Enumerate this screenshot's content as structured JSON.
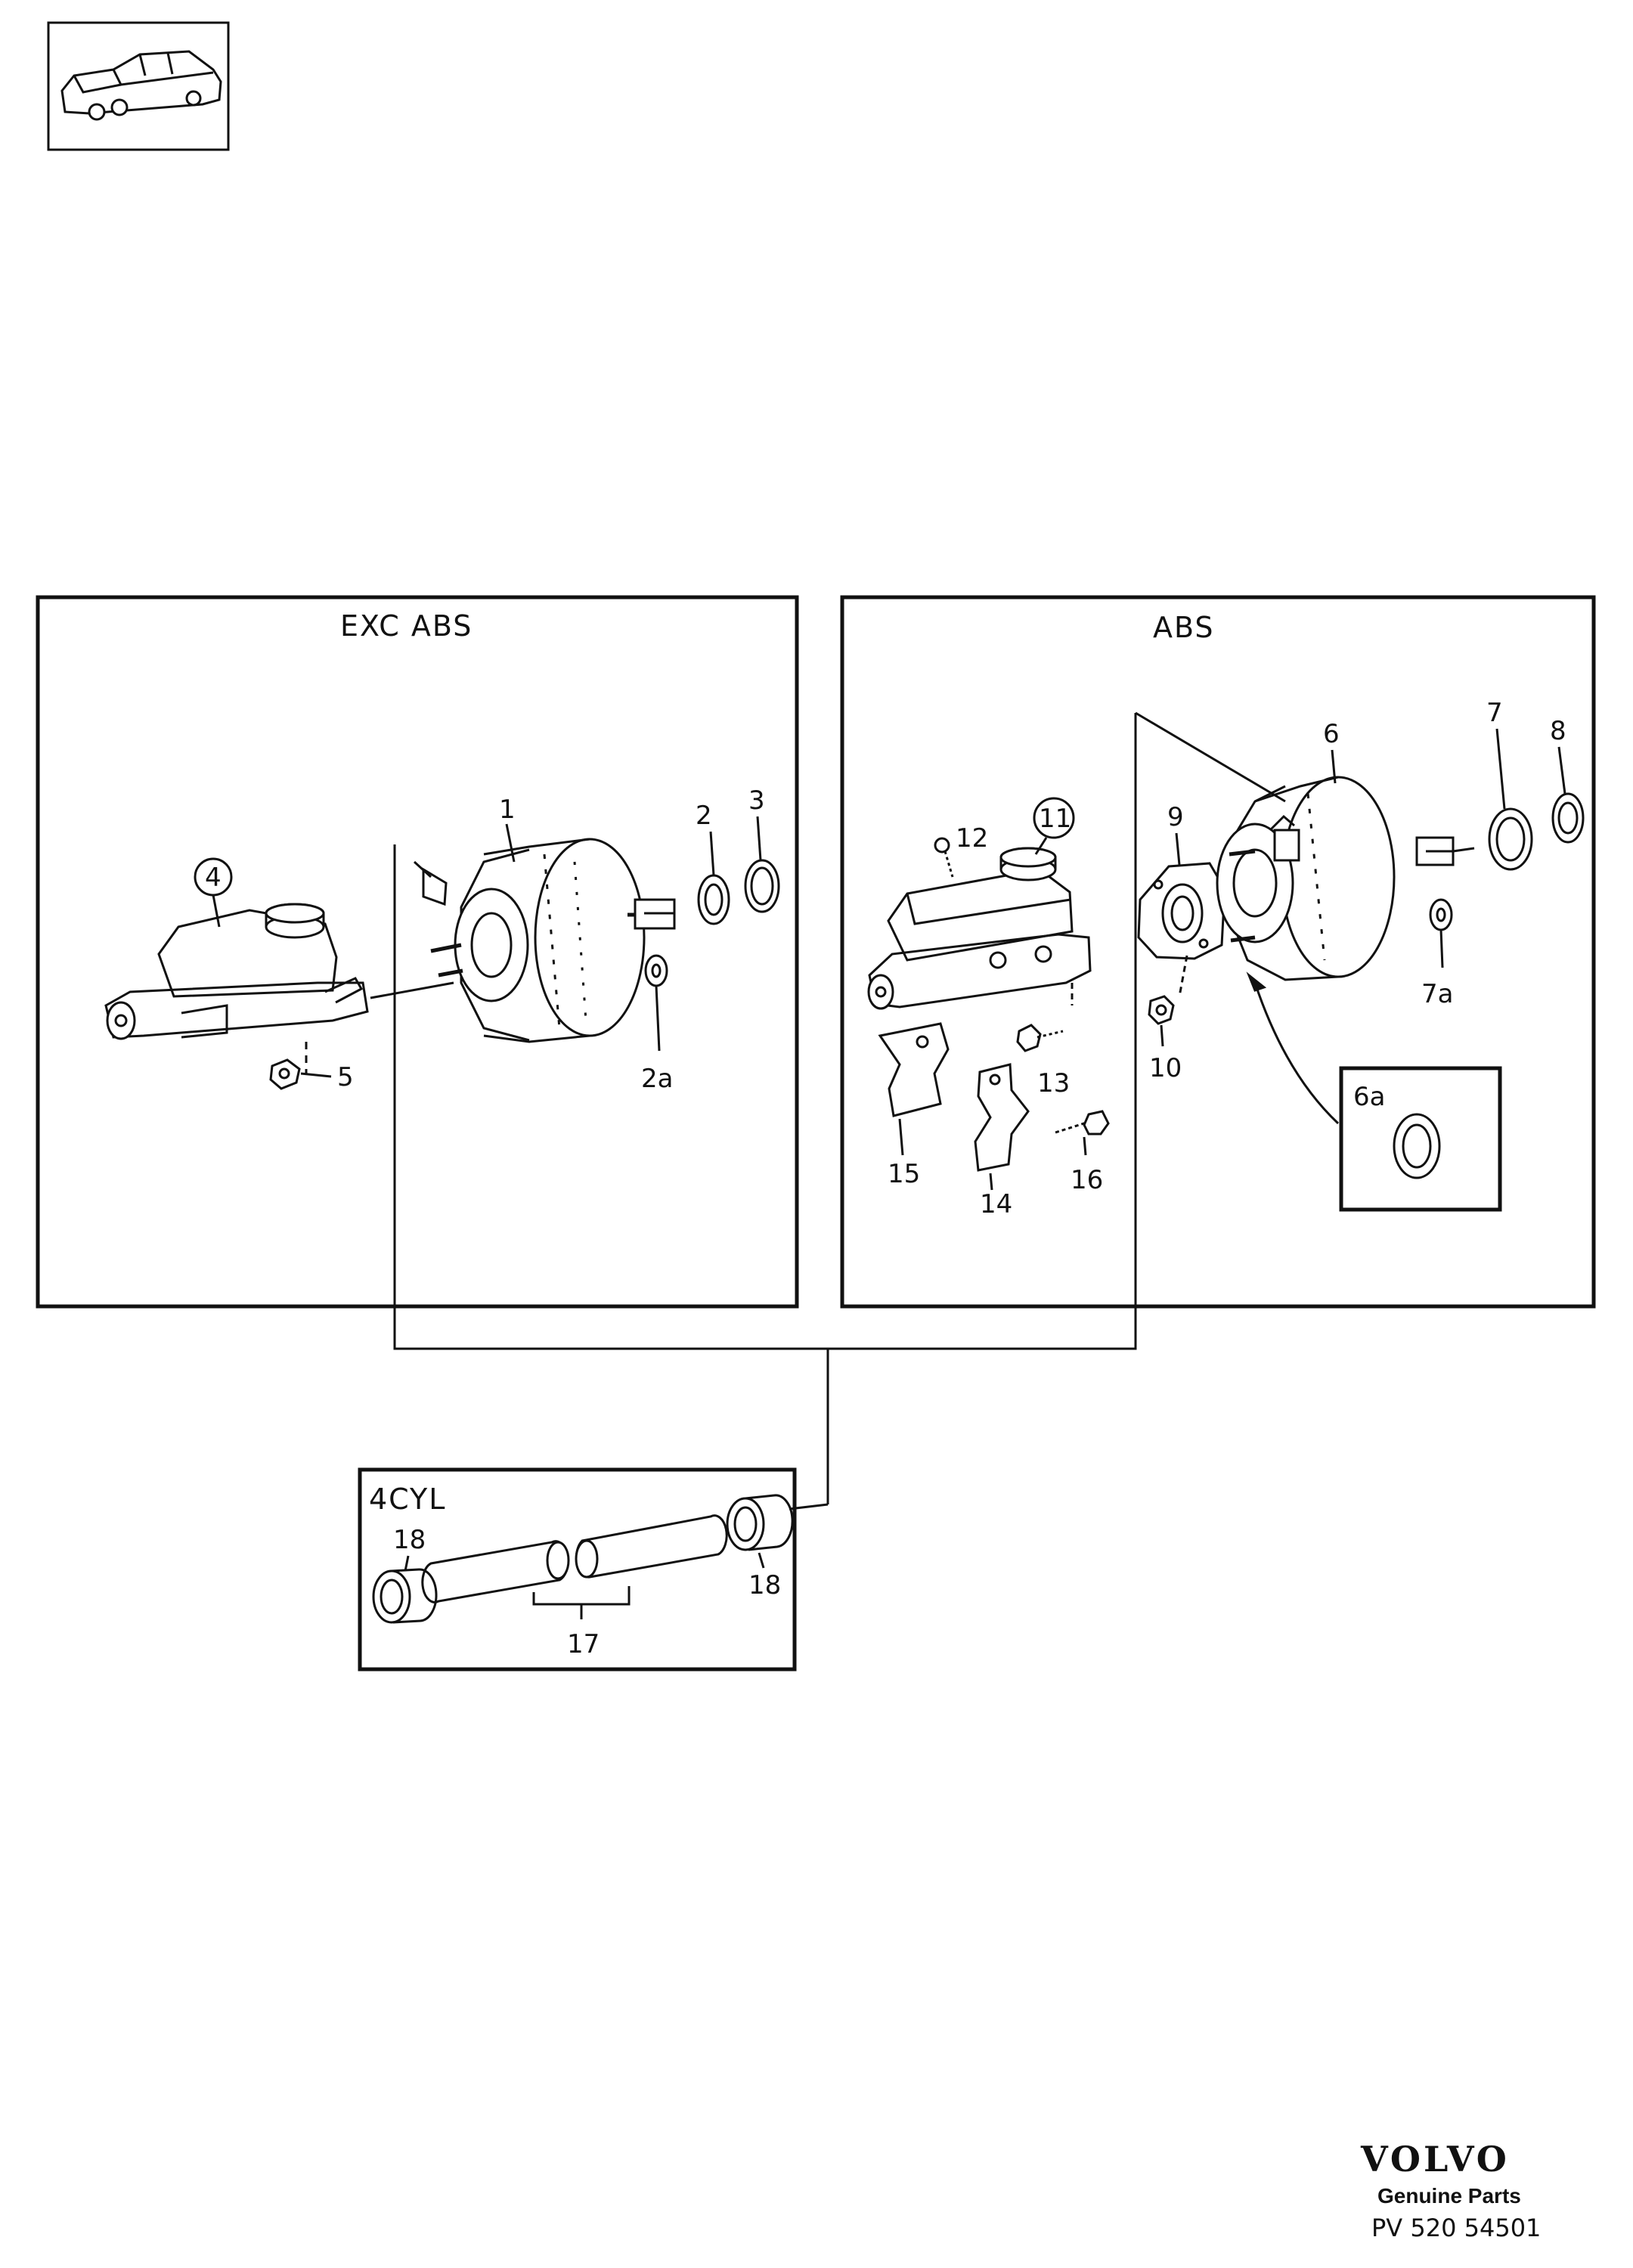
{
  "panels": {
    "exc_abs": {
      "title": "EXC  ABS"
    },
    "abs": {
      "title": "ABS"
    },
    "four_cyl": {
      "title": "4CYL"
    },
    "detail_6a": {
      "title": "6a"
    }
  },
  "callouts": {
    "c1": "1",
    "c2": "2",
    "c2a": "2a",
    "c3": "3",
    "c4": "4",
    "c5": "5",
    "c6": "6",
    "c7": "7",
    "c7a": "7a",
    "c8": "8",
    "c9": "9",
    "c10": "10",
    "c11": "11",
    "c12": "12",
    "c13": "13",
    "c14": "14",
    "c15": "15",
    "c16": "16",
    "c17": "17",
    "c18a": "18",
    "c18b": "18"
  },
  "footer": {
    "brand": "VOLVO",
    "tagline": "Genuine Parts",
    "part_number": "PV 520 54501"
  }
}
